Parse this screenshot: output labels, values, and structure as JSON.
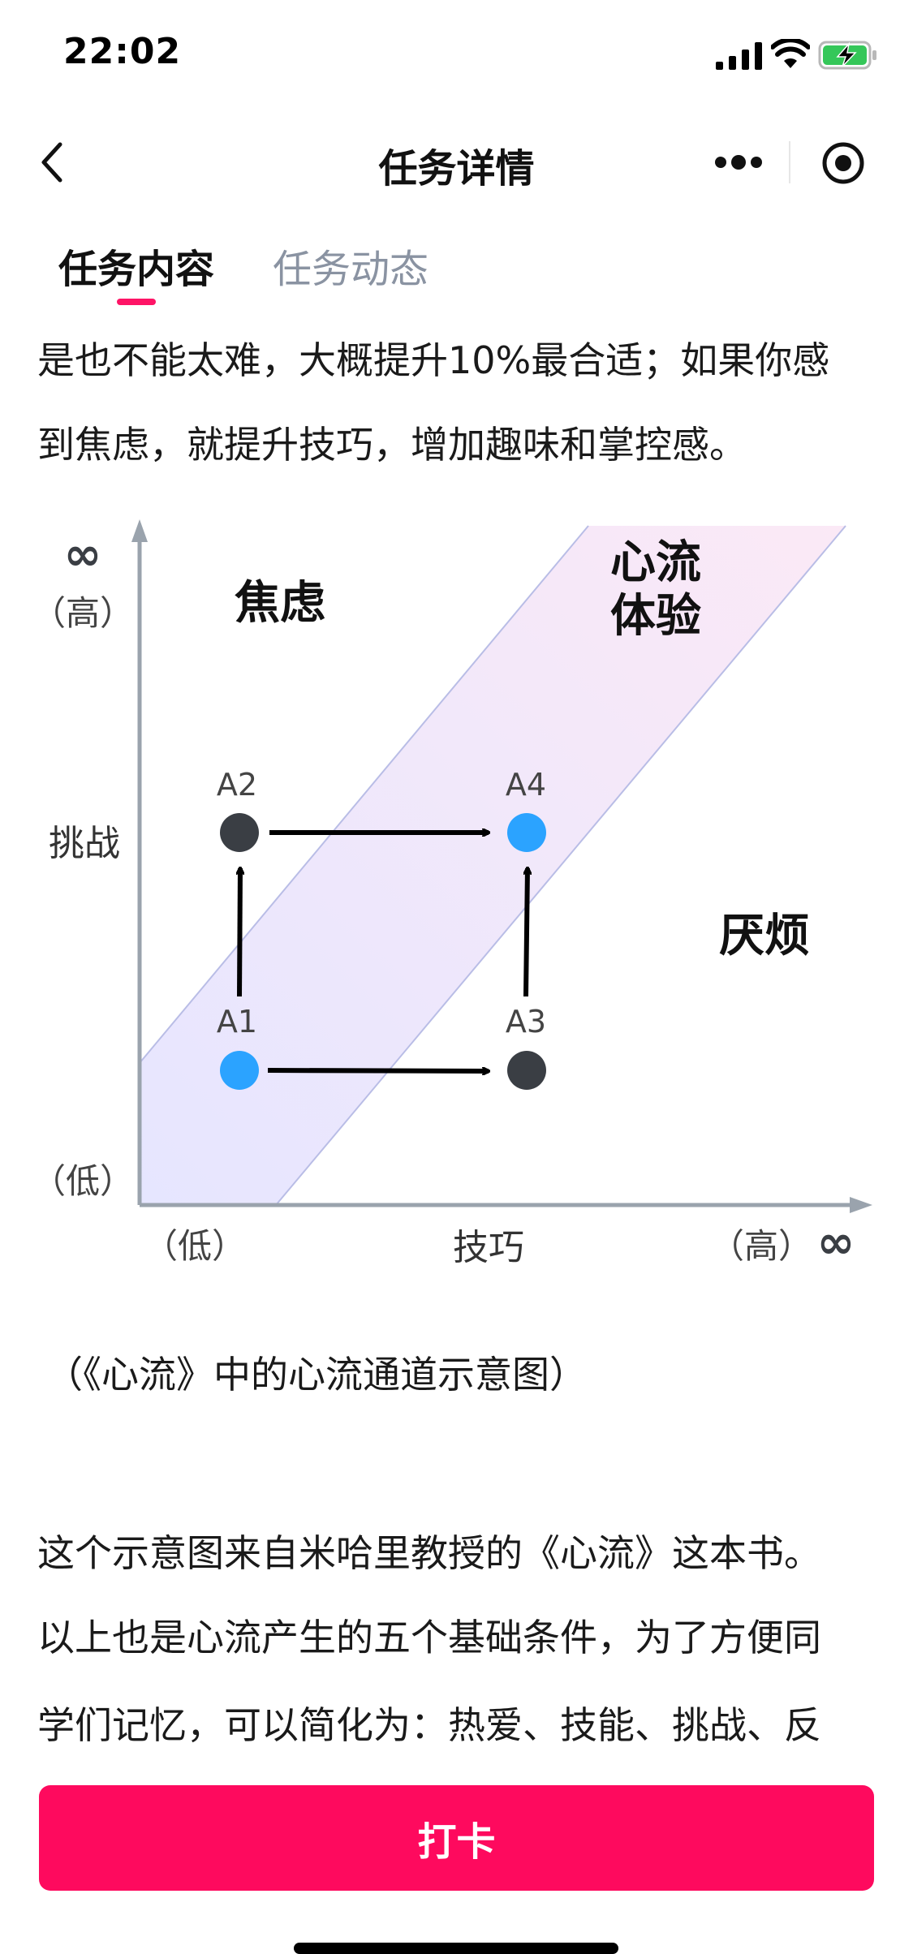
{
  "status_bar": {
    "time": "22:02"
  },
  "nav": {
    "title": "任务详情"
  },
  "tabs": [
    {
      "label": "任务内容",
      "active": true
    },
    {
      "label": "任务动态",
      "active": false
    }
  ],
  "content": {
    "intro_lines": [
      "是也不能太难，大概提升10%最合适；如果你感",
      "到焦虑，就提升技巧，增加趣味和掌控感。"
    ],
    "diagram": {
      "y_top_symbol": "∞",
      "y_high": "（高）",
      "y_label": "挑战",
      "y_low": "（低）",
      "x_low": "（低）",
      "x_label": "技巧",
      "x_high": "（高）",
      "x_high_symbol": "∞",
      "zone_anxiety": "焦虑",
      "zone_flow_line1": "心流",
      "zone_flow_line2": "体验",
      "zone_boredom": "厌烦",
      "points": [
        "A1",
        "A2",
        "A3",
        "A4"
      ]
    },
    "caption": "（《心流》中的心流通道示意图）",
    "body_lines": [
      "这个示意图来自米哈里教授的《心流》这本书。",
      "以上也是心流产生的五个基础条件，为了方便同",
      "学们记忆，可以简化为：热爱、技能、挑战、反"
    ]
  },
  "action": {
    "checkin_label": "打卡"
  },
  "colors": {
    "accent": "#fe0a5e",
    "tab_indicator": "#fe1466",
    "point_blue": "#2ba3ff",
    "point_dark": "#3a3e44"
  }
}
